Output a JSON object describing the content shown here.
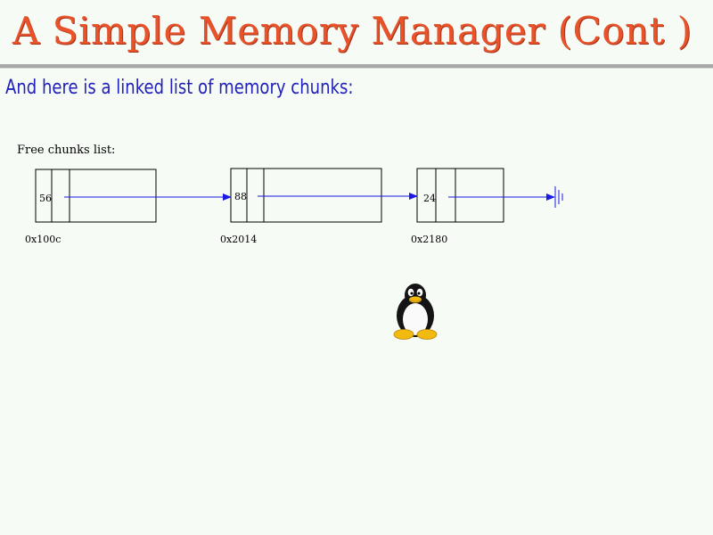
{
  "slide": {
    "title": "A Simple Memory Manager (Cont )",
    "subtitle": "And here is a linked list of memory chunks:"
  },
  "diagram": {
    "list_label": "Free chunks list:",
    "chunks": [
      {
        "size": "56",
        "address": "0x100c"
      },
      {
        "size": "88",
        "address": "0x2014"
      },
      {
        "size": "24",
        "address": "0x2180"
      }
    ],
    "terminator": "null-ground-symbol"
  },
  "mascot": {
    "icon": "tux-penguin-icon"
  },
  "colors": {
    "title": "#e8532a",
    "subtitle": "#2222bb",
    "arrow": "#1a1ae0",
    "background": "#f6fbf6"
  }
}
